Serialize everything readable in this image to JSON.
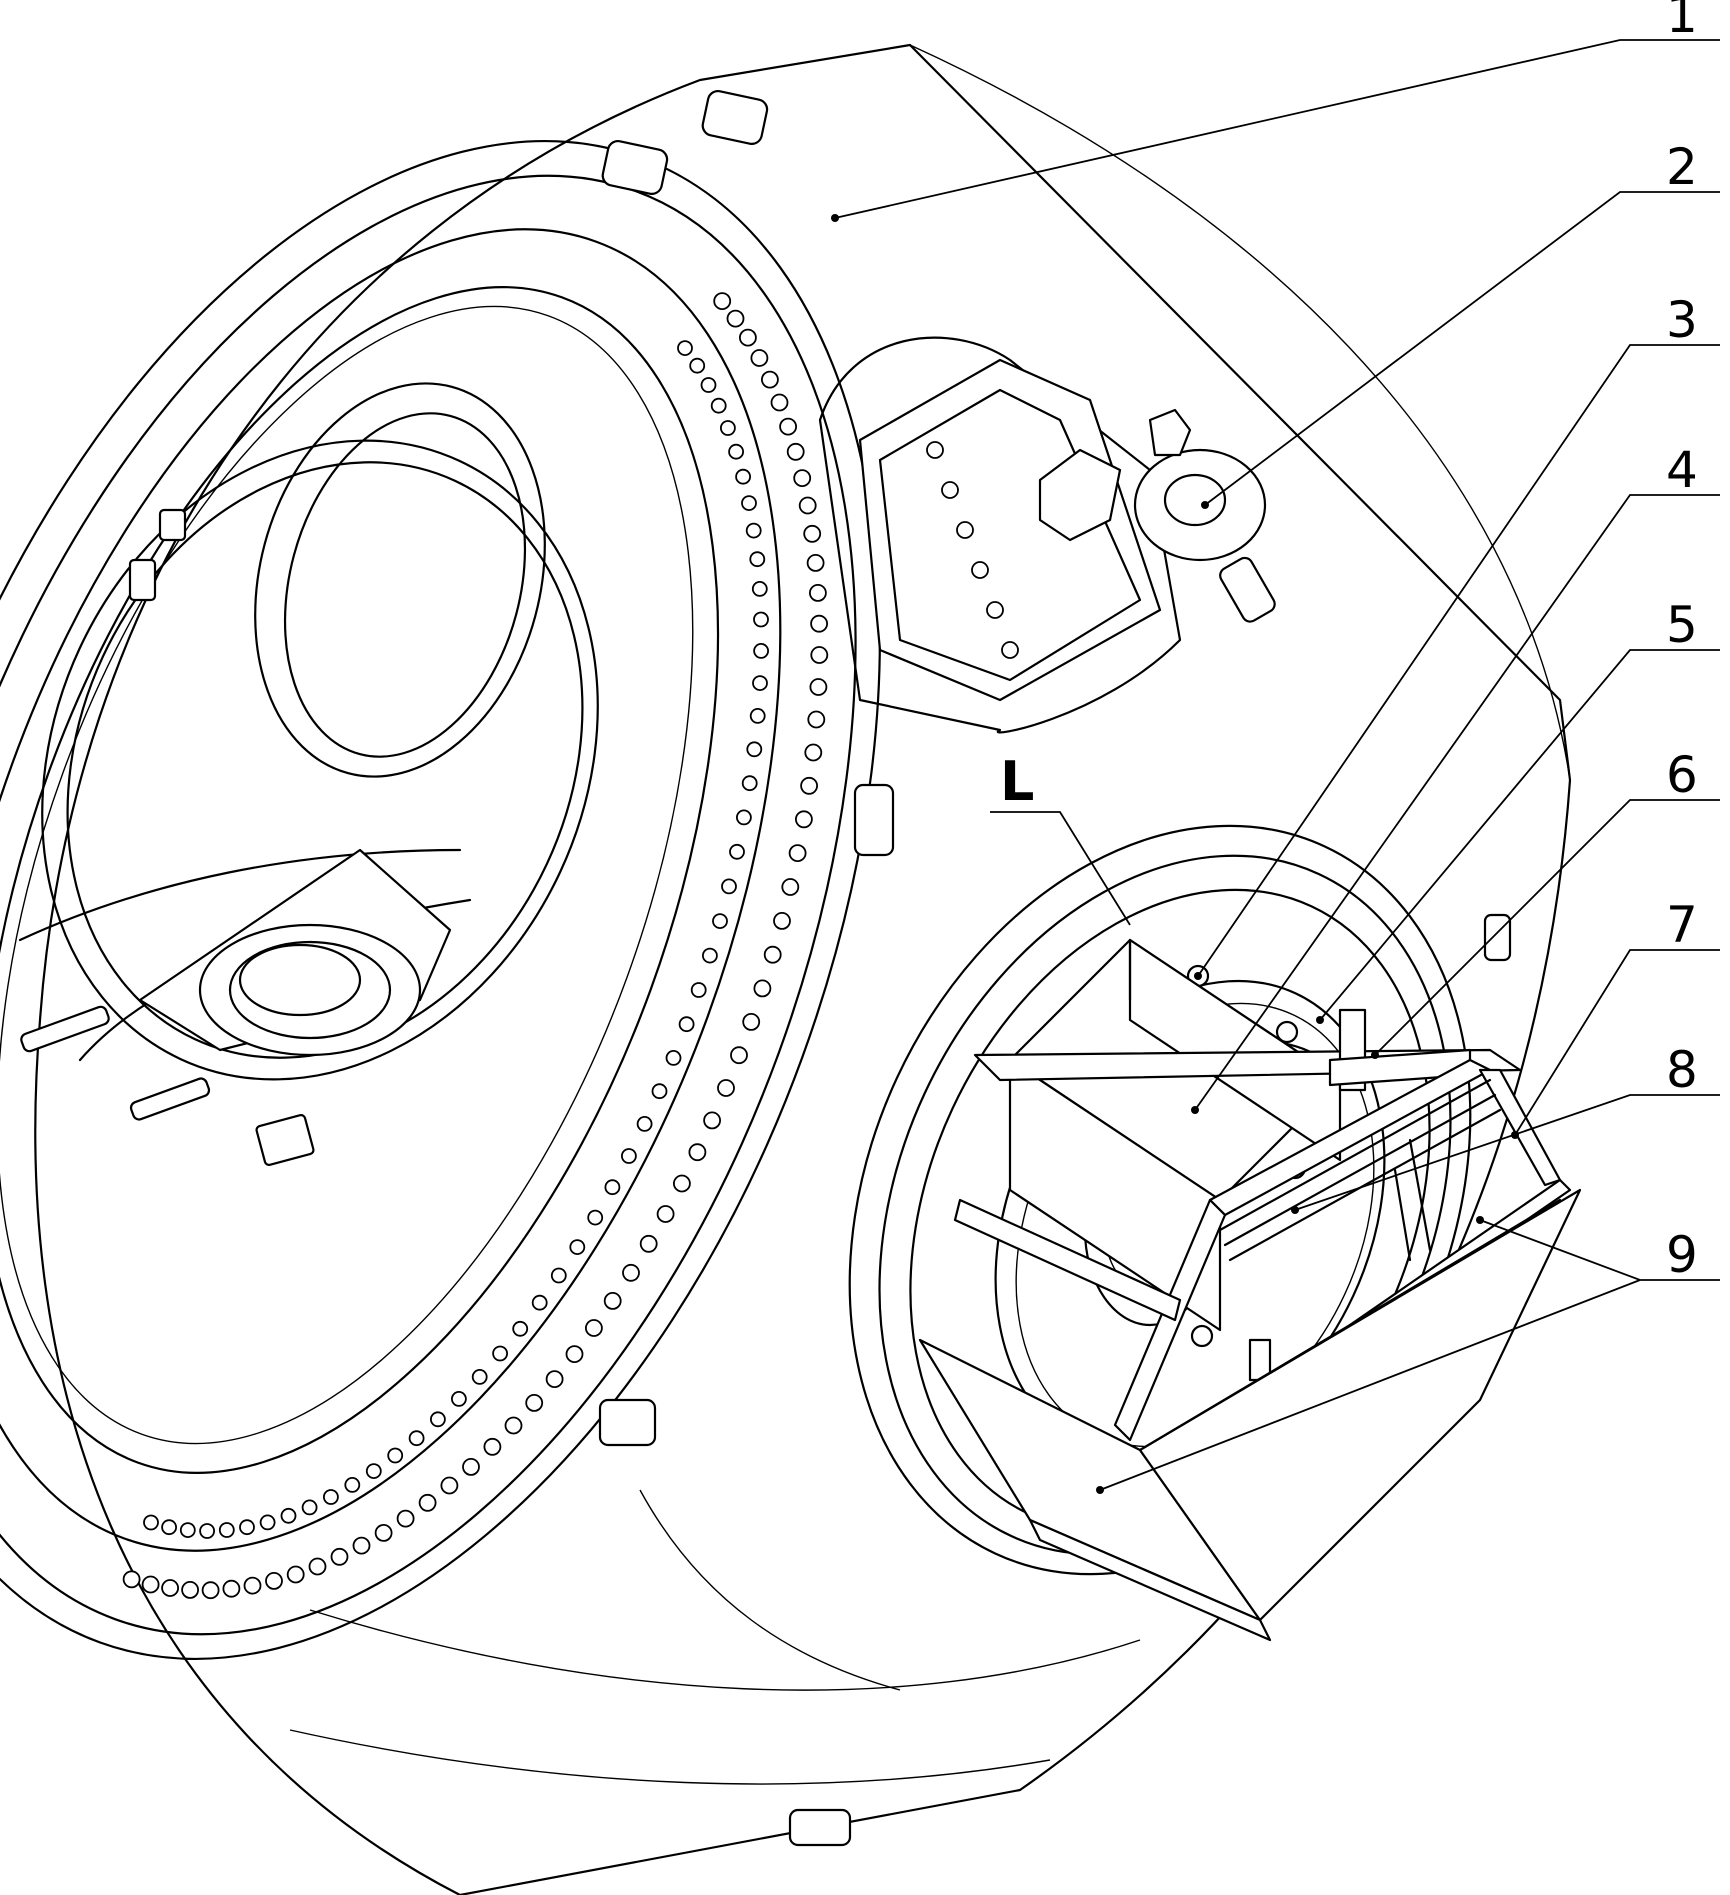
{
  "callouts": {
    "c1": "1",
    "c2": "2",
    "c3": "3",
    "c4": "4",
    "c5": "5",
    "c6": "6",
    "c7": "7",
    "c8": "8",
    "c9": "9",
    "cL": "L"
  }
}
